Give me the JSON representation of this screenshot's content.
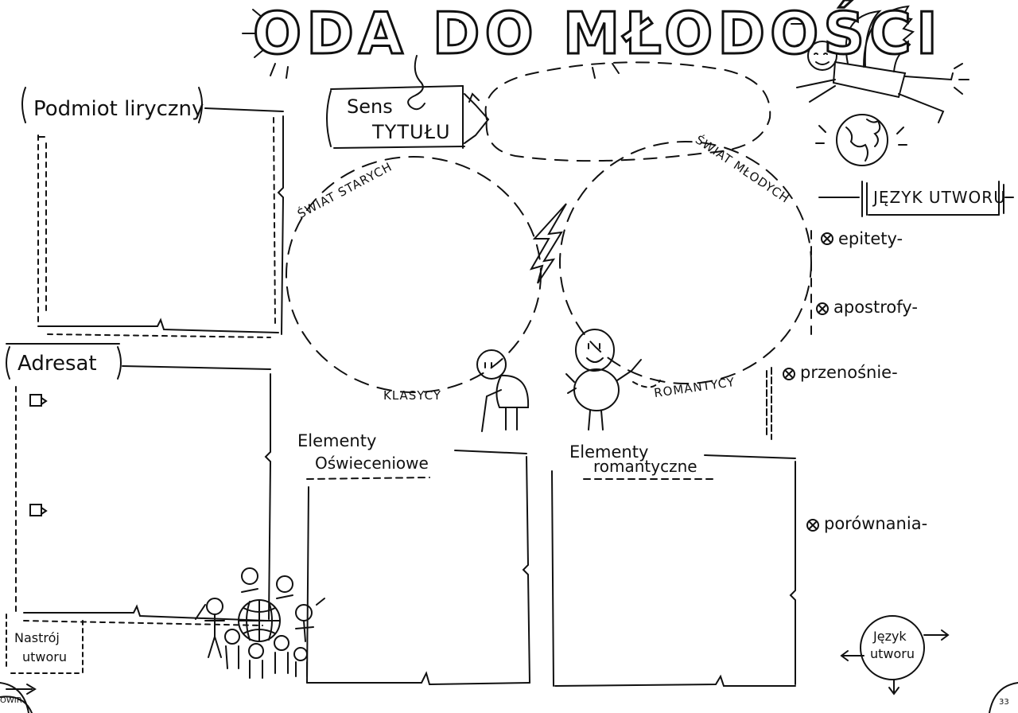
{
  "title": "ODA DO MŁODOŚCI",
  "boxes": {
    "podmiot": "Podmiot liryczny",
    "adresat": "Adresat",
    "sens_line1": "Sens",
    "sens_line2": "TYTUŁU",
    "jezyk_header": "JĘZYK UTWORU",
    "nastroj_line1": "Nastrój",
    "nastroj_line2": "utworu",
    "elementy_osw_line1": "Elementy",
    "elementy_osw_line2": "Oświeceniowe",
    "elementy_rom_line1": "Elementy",
    "elementy_rom_line2": "romantyczne"
  },
  "circles": {
    "swiat_starych": "ŚWIAT STARYCH",
    "swiat_mlodych": "ŚWIAT MŁODYCH",
    "klasycy": "KLASYCY",
    "romantycy": "ROMANTYCY"
  },
  "language_items": [
    {
      "label": "epitety-"
    },
    {
      "label": "apostrofy-"
    },
    {
      "label": "przenośnie-"
    },
    {
      "label": "porównania-"
    }
  ],
  "footer_circle": {
    "line1": "Język",
    "line2": "utworu"
  },
  "corners": {
    "left": "OWIR",
    "page_number": "33"
  },
  "icons": [
    "sun-rays",
    "flying-angel-icon",
    "globe-icon",
    "lightning-icon",
    "old-man-icon",
    "young-man-icon",
    "crowd-with-globe-icon",
    "checkbox-icon",
    "x-circle-icon",
    "arrow-icon"
  ]
}
